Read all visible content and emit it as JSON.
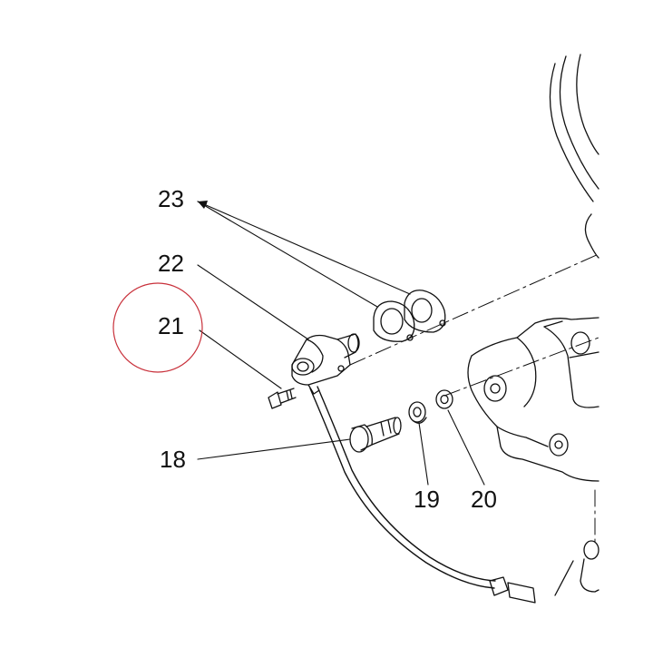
{
  "callouts": {
    "c23": "23",
    "c22": "22",
    "c21": "21",
    "c18": "18",
    "c19": "19",
    "c20": "20"
  },
  "colors": {
    "line": "#111111",
    "highlight_circle": "#c8303a",
    "background": "#ffffff"
  },
  "highlighted_callout": "21"
}
